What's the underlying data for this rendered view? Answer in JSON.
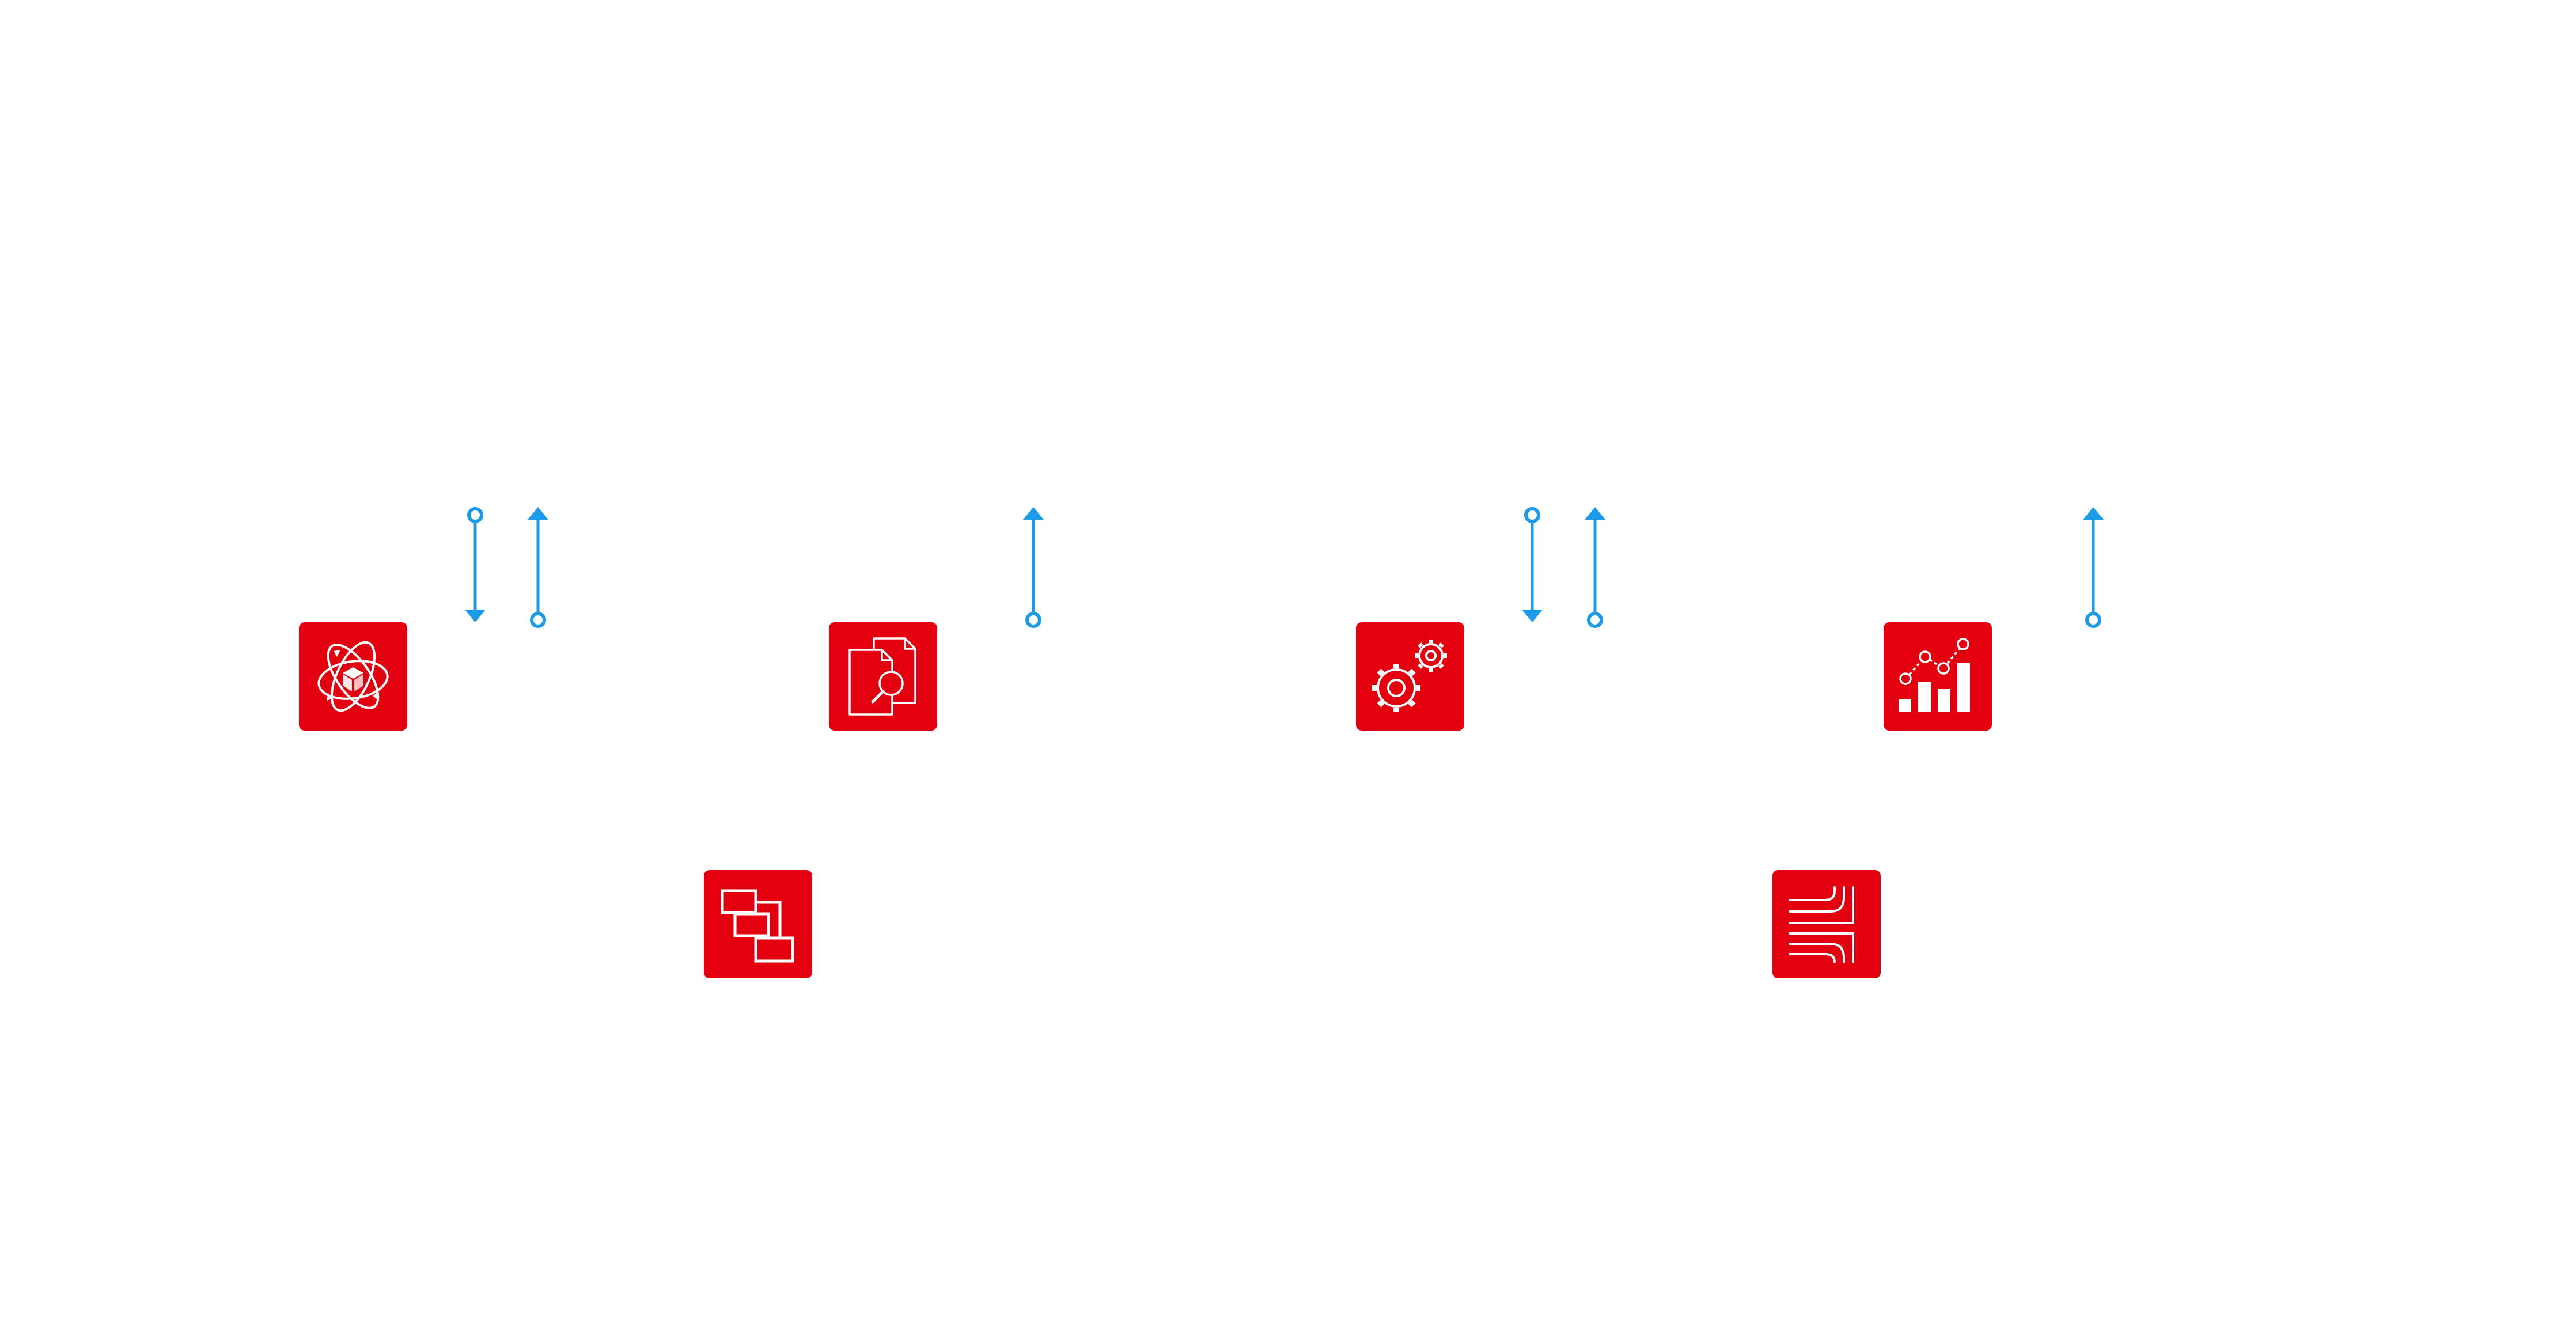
{
  "colors": {
    "background": "#ffffff",
    "tile": "#e3000f",
    "tile_glyph": "#ffffff",
    "connector": "#1e9be8"
  },
  "tiles": [
    {
      "name": "orbit-cube-icon"
    },
    {
      "name": "document-search-icon"
    },
    {
      "name": "gears-icon"
    },
    {
      "name": "bar-chart-trend-icon"
    },
    {
      "name": "flow-boxes-icon"
    },
    {
      "name": "merge-lines-icon"
    }
  ],
  "connectors": [
    {
      "name": "connector-down",
      "direction": "down"
    },
    {
      "name": "connector-up",
      "direction": "up"
    },
    {
      "name": "connector-up",
      "direction": "up"
    },
    {
      "name": "connector-down",
      "direction": "down"
    },
    {
      "name": "connector-up",
      "direction": "up"
    },
    {
      "name": "connector-up",
      "direction": "up"
    }
  ]
}
